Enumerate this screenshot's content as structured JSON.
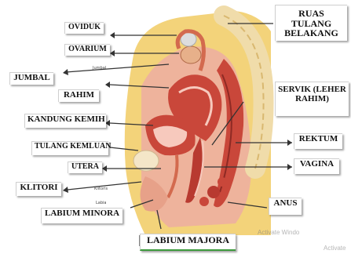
{
  "labels": {
    "oviduk": "OVIDUK",
    "ovarium": "OVARIUM",
    "jumbal": "JUMBAL",
    "rahim": "RAHIM",
    "kandung_kemih": "KANDUNG KEMIH",
    "tulang_kemluan": "TULANG KEMLUAN",
    "utera": "UTERA",
    "klitori": "KLITORI",
    "labium_minora": "LABIUM MINORA",
    "labium_majora": "LABIUM  MAJORA",
    "ruas_tulang": "RUAS TULANG BELAKANG",
    "servik": "SERVIK (LEHER RAHIM)",
    "rektum": "REKTUM",
    "vagina": "VAGINA",
    "anus": "ANUS"
  },
  "faint_labels": {
    "a": "Jumbal",
    "b": "Klitoris",
    "c": "Labia"
  },
  "watermark": {
    "text1": "Activate Windo",
    "text2": "Activate"
  },
  "colors": {
    "fat": "#f3d37a",
    "tissue": "#e9a58a",
    "muscle": "#c9473a",
    "dark": "#8e2a24",
    "bone": "#f4e6c8",
    "lumen": "#f7c9bd"
  }
}
